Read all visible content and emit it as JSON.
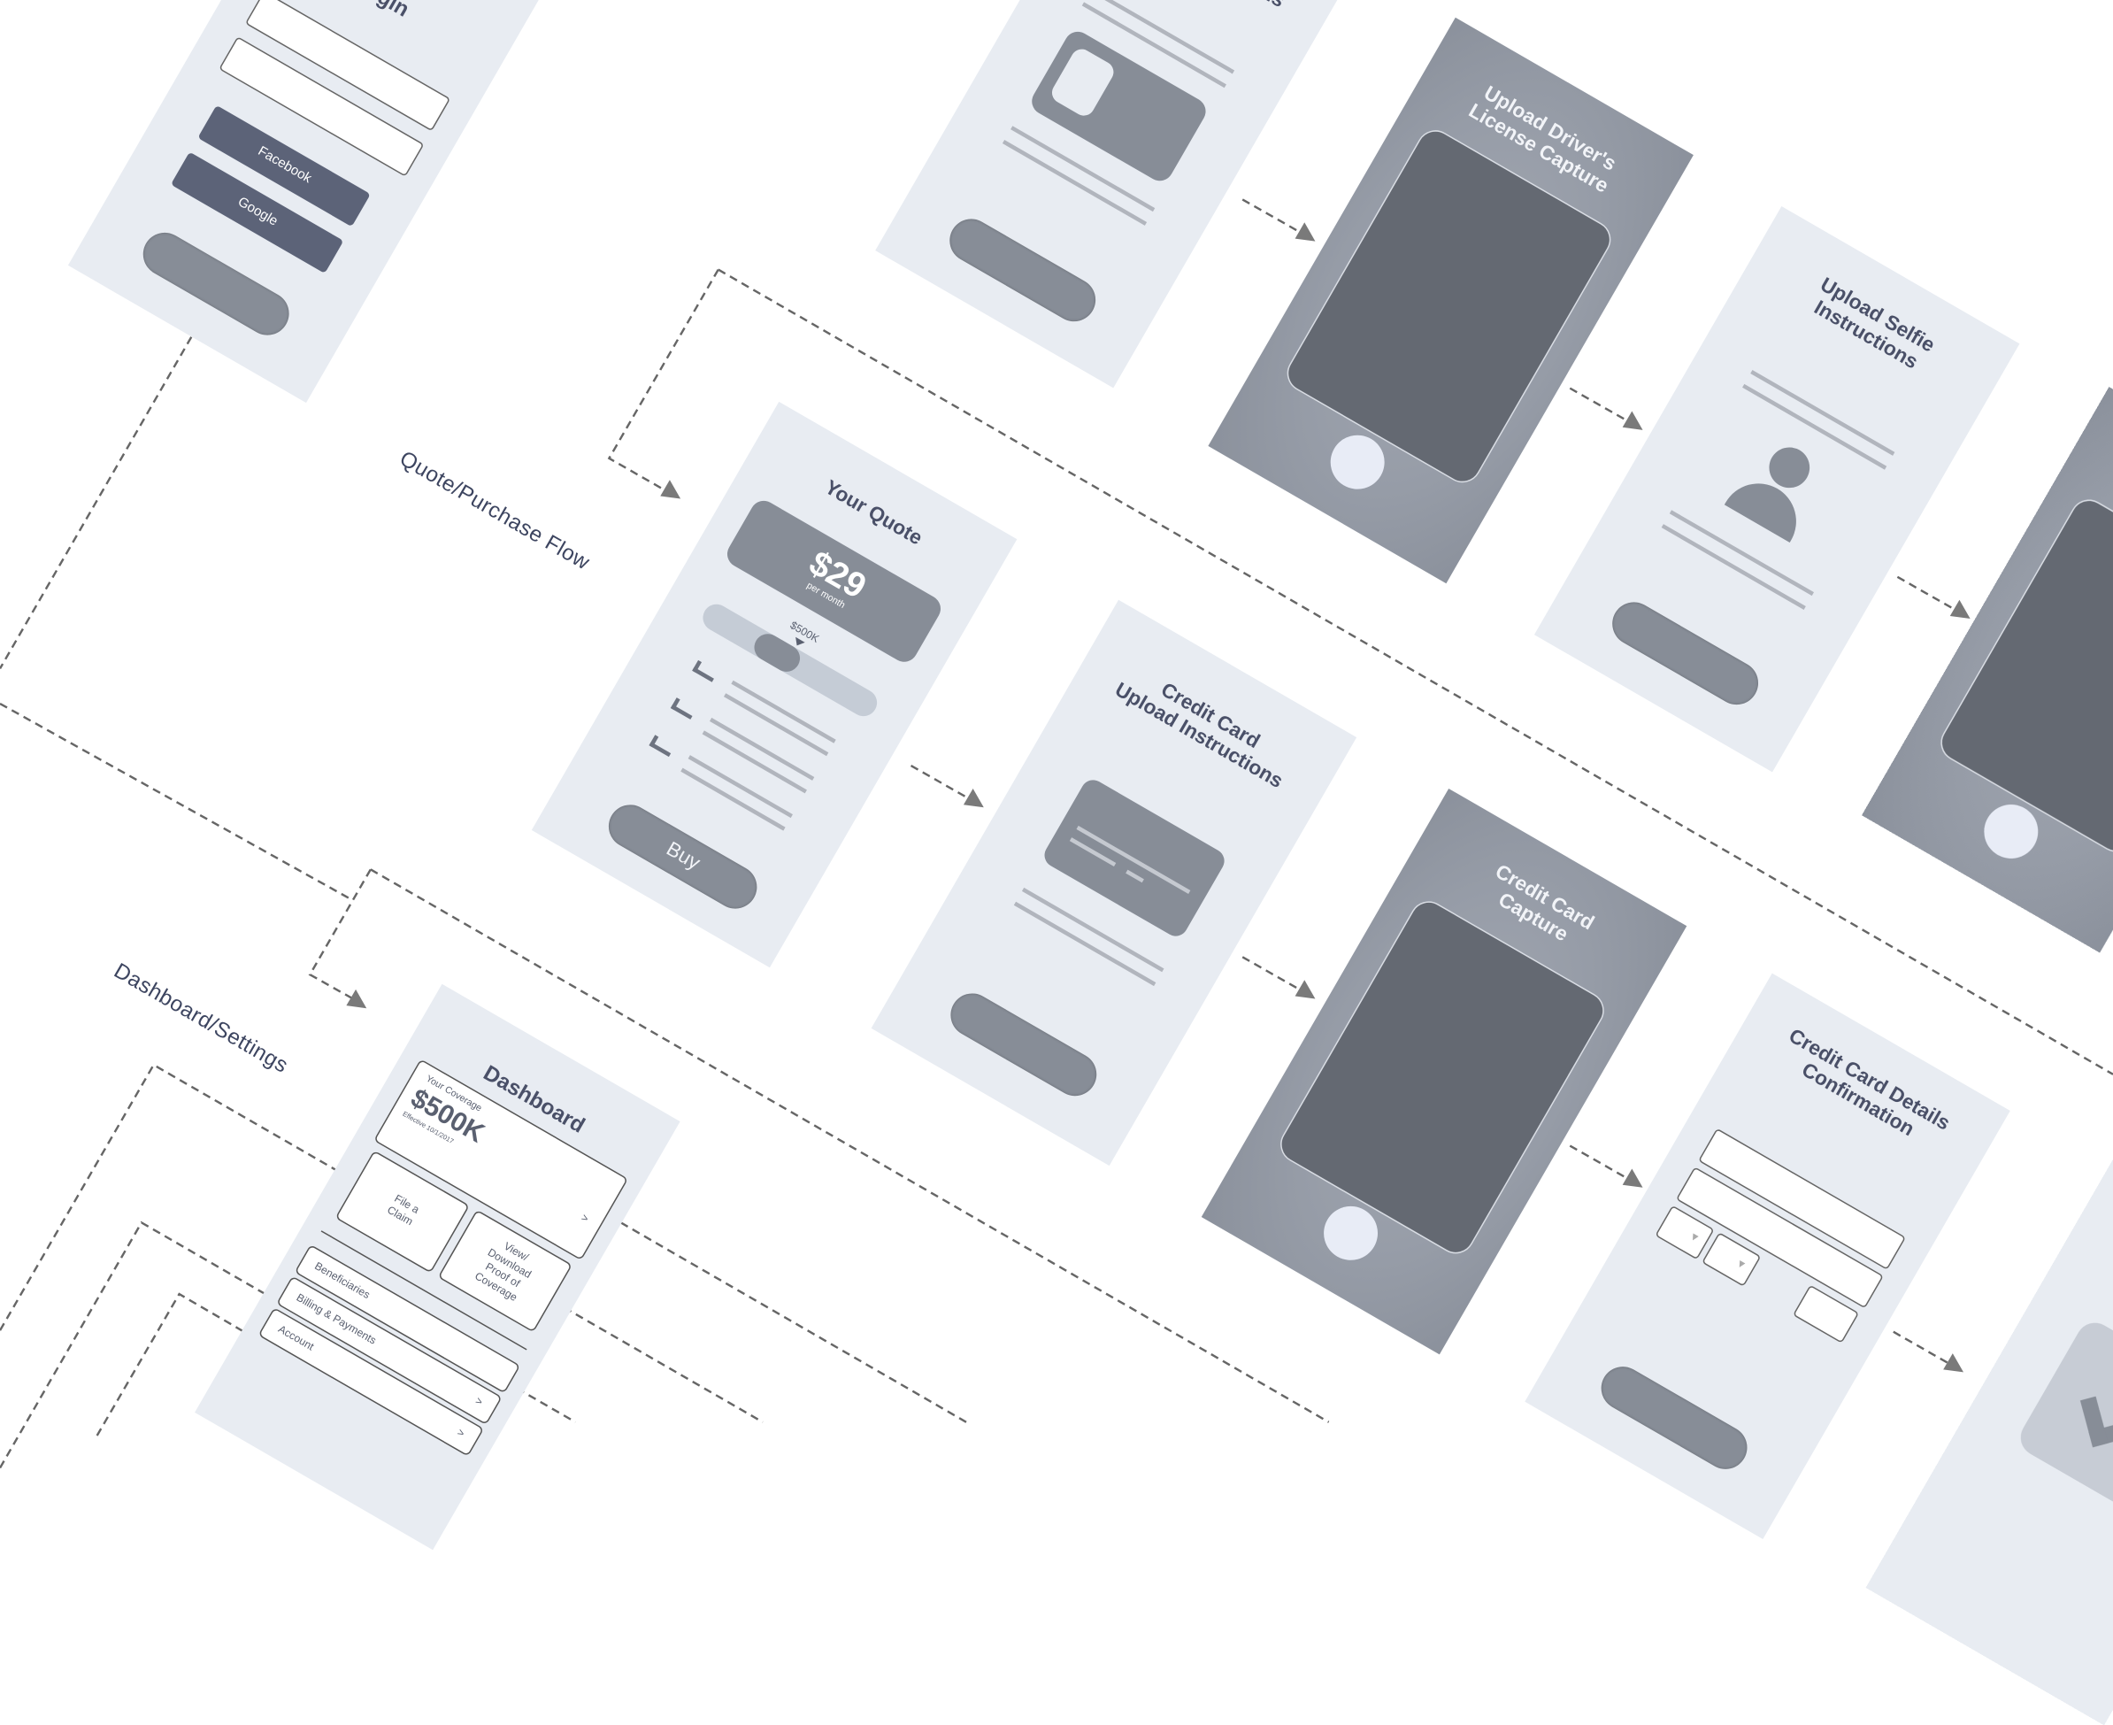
{
  "flows": {
    "quote_label": "Quote/Purchase Flow",
    "dashboard_label": "Dashboard/Settings"
  },
  "screens": {
    "login": {
      "title": "Login",
      "facebook": "Facebook",
      "google": "Google"
    },
    "license_instructions": {
      "title": "Instructions"
    },
    "license_capture": {
      "title_line1": "Upload Driver's",
      "title_line2": "License Capture"
    },
    "selfie_instructions": {
      "title_line1": "Upload Selfie",
      "title_line2": "Instructions"
    },
    "quote": {
      "title": "Your Quote",
      "price": "$29",
      "price_period": "per month",
      "coverage_label": "$500K",
      "slider_level": 0.4,
      "buy": "Buy"
    },
    "cc_instructions": {
      "title_line1": "Credit Card",
      "title_line2": "Upload Instructions"
    },
    "cc_capture": {
      "title_line1": "Credit Card",
      "title_line2": "Capture"
    },
    "cc_confirmation": {
      "title_line1": "Credit Card Details",
      "title_line2": "Confirmation"
    },
    "dashboard": {
      "title": "Dashboard",
      "coverage_heading": "Your Coverage",
      "coverage_amount": "$500K",
      "coverage_effective": "Effective 10/1/2017",
      "file_claim_line1": "File a",
      "file_claim_line2": "Claim",
      "proof_lines": [
        "View/",
        "Download",
        "Proof of",
        "Coverage"
      ],
      "menu": [
        "Beneficiaries",
        "Billing & Payments",
        "Account"
      ],
      "chevron": ">"
    }
  },
  "colors": {
    "screen_bg": "#e8ecf2",
    "button_gray": "#878d97",
    "social_button": "#5c6378",
    "viewfinder": "#646972",
    "text": "#4a5068",
    "connector": "#666666"
  }
}
